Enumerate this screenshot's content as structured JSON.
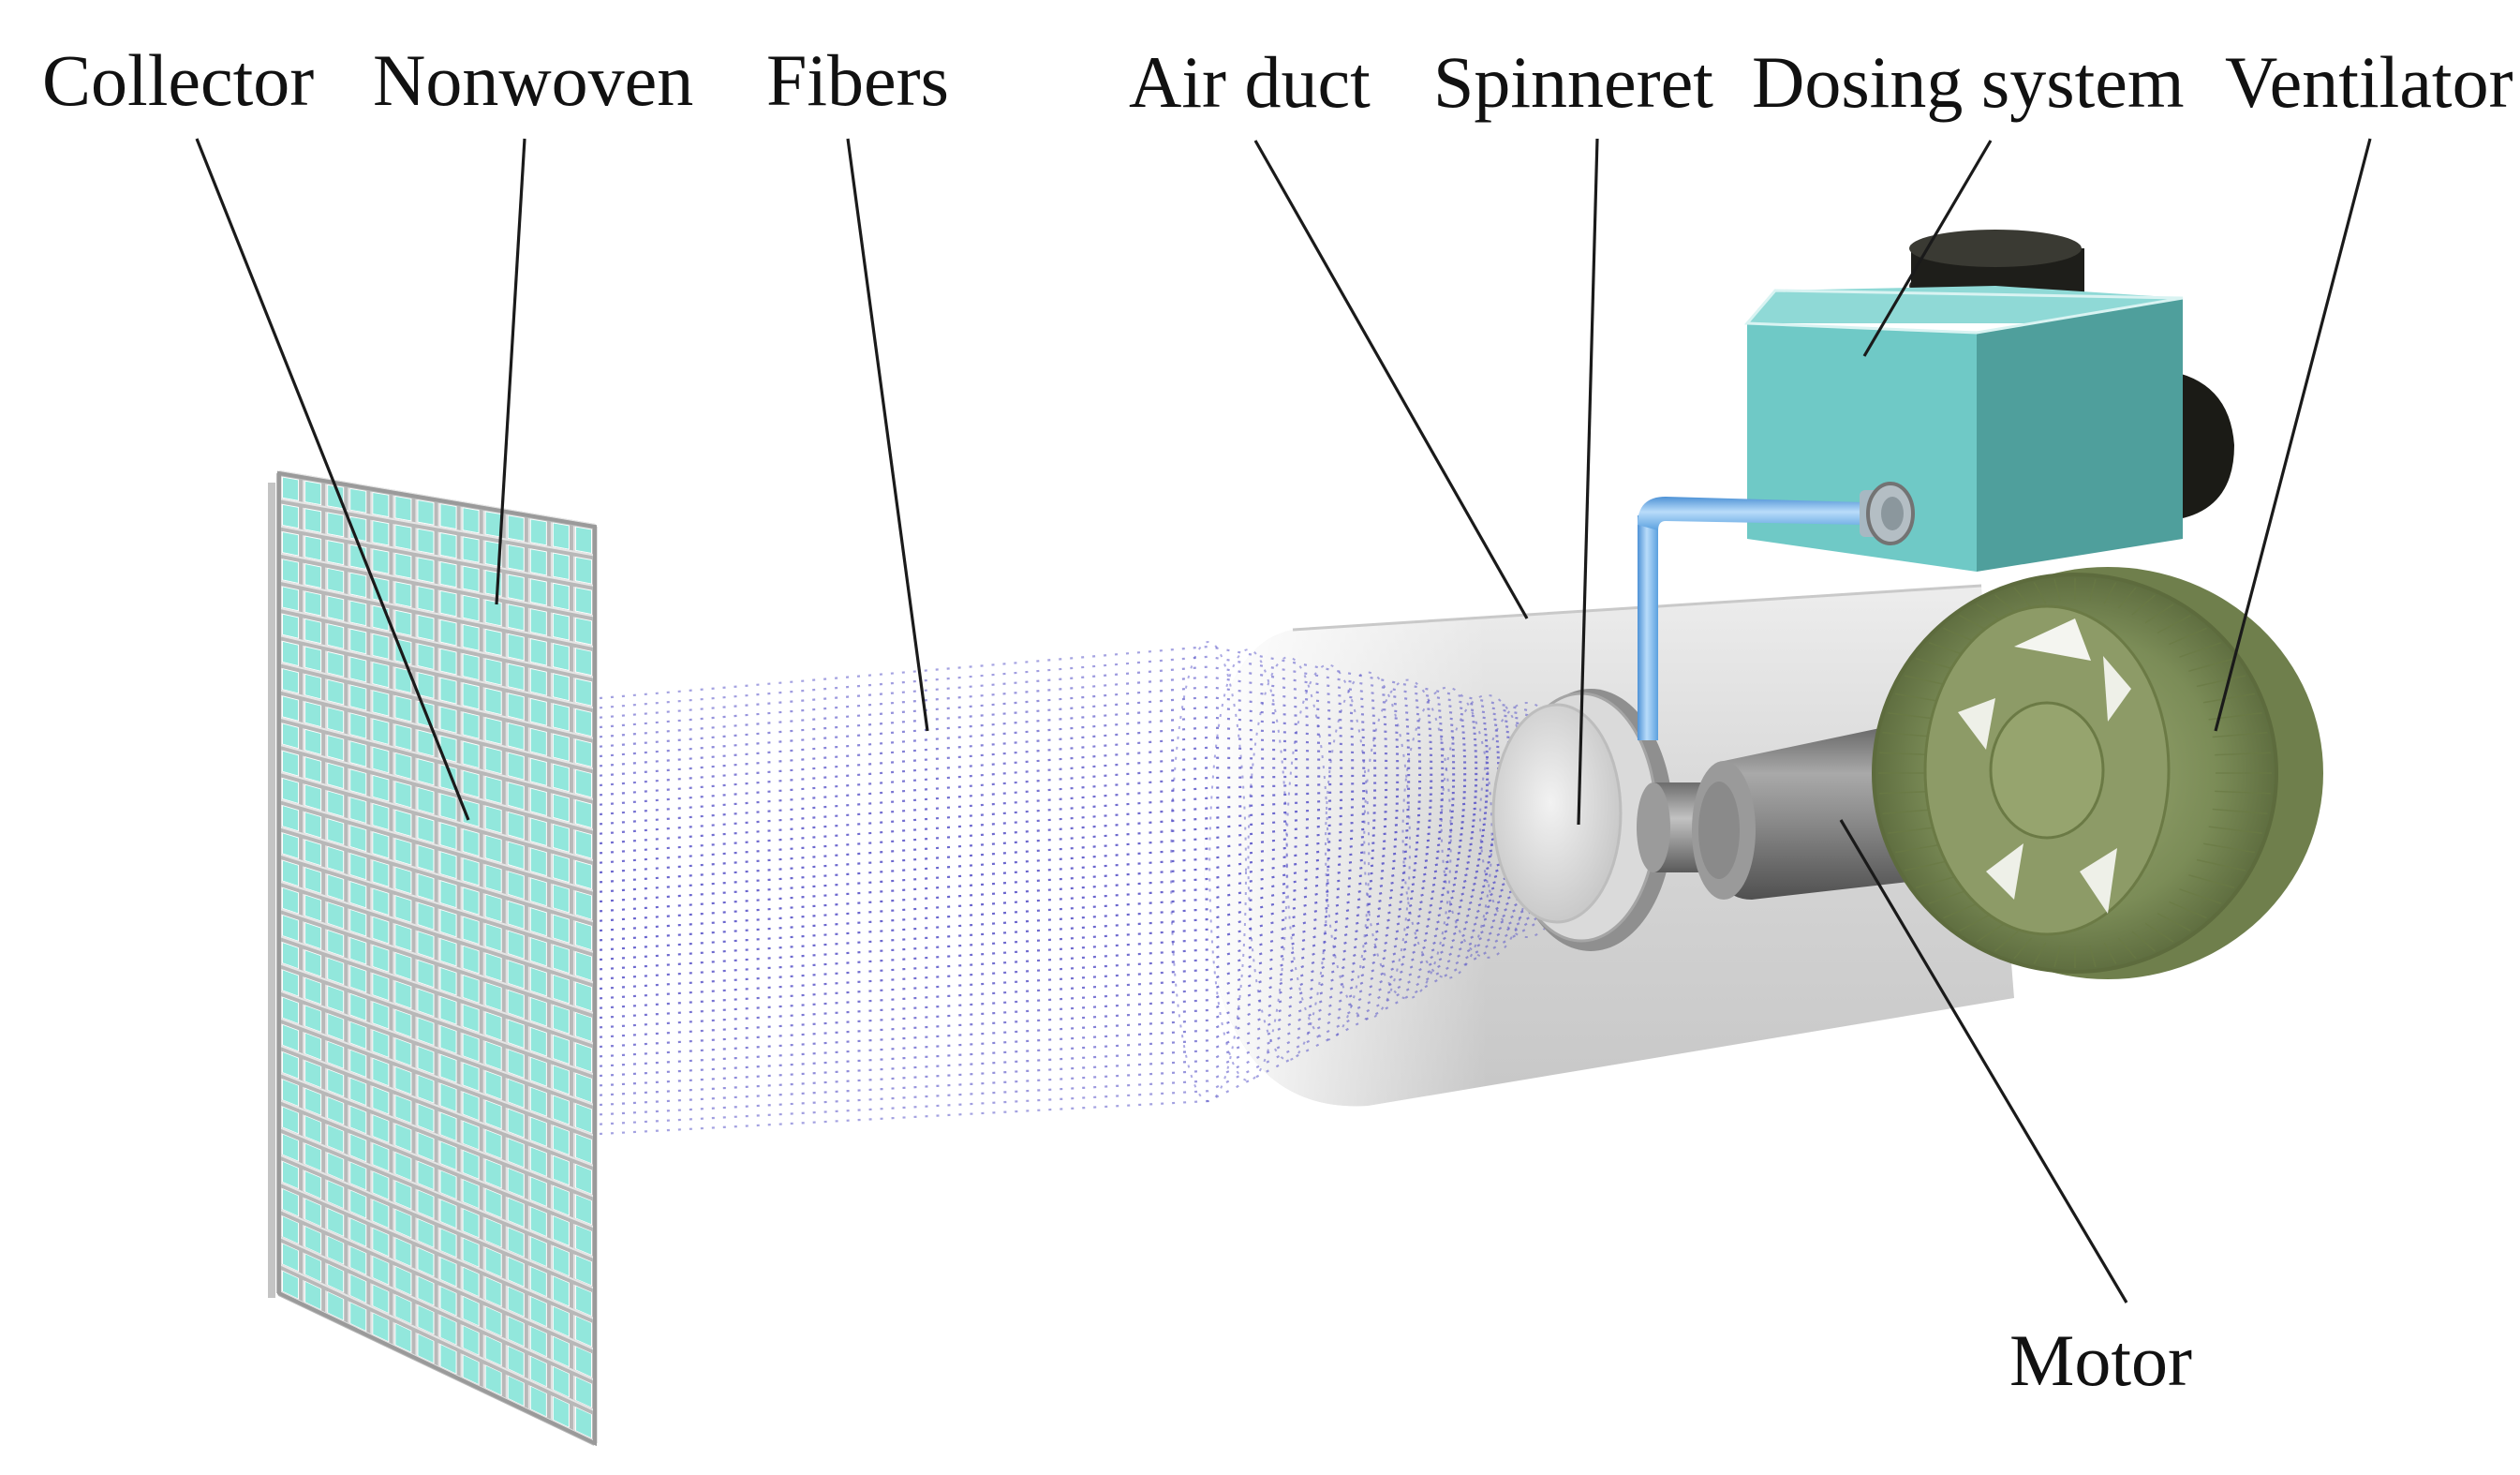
{
  "labels": {
    "collector": "Collector",
    "nonwoven": "Nonwoven",
    "fibers": "Fibers",
    "air_duct": "Air duct",
    "spinneret": "Spinneret",
    "dosing_system": "Dosing system",
    "ventilator": "Ventilator",
    "motor": "Motor"
  },
  "colors": {
    "collector_grid": "#b8b8b8",
    "nonwoven": "#7fe3d6",
    "fibers": "#5a55c8",
    "air_duct": "#d9d9d9",
    "dosing_box": "#6fc9c6",
    "feed_tube": "#7ab8ea",
    "motor": "#8a8a8a",
    "ventilator": "#7b8c57"
  }
}
